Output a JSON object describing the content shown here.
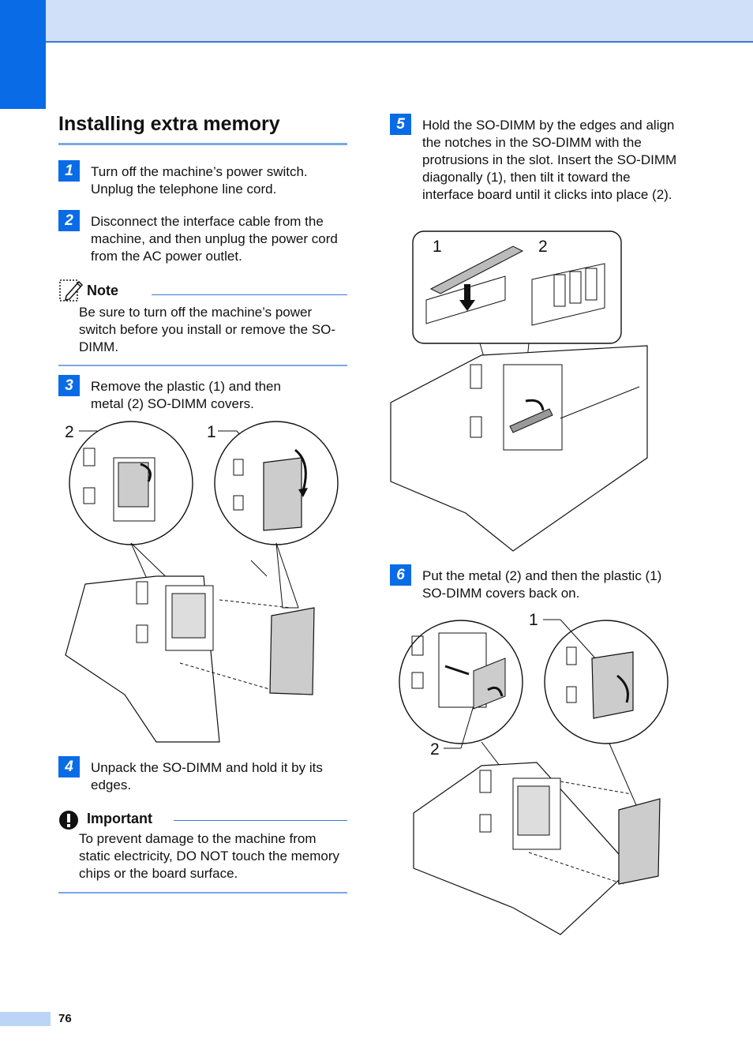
{
  "header": {
    "brand_color": "#0a6be6",
    "bar_color": "#cfe0f8"
  },
  "section_title": "Installing extra memory",
  "steps": [
    {
      "number": "1",
      "text": "Turn off the machine’s power switch. Unplug the telephone line cord."
    },
    {
      "number": "2",
      "text": "Disconnect the interface cable from the machine, and then unplug the power cord from the AC power outlet."
    },
    {
      "number": "3",
      "text": "Remove the plastic (1) and then metal (2) SO-DIMM covers."
    },
    {
      "number": "4",
      "text": "Unpack the SO-DIMM and hold it by its edges."
    },
    {
      "number": "5",
      "text": "Hold the SO-DIMM by the edges and align the notches in the SO-DIMM with the protrusions in the slot. Insert the SO-DIMM diagonally (1), then tilt it toward the interface board until it clicks into place (2)."
    },
    {
      "number": "6",
      "text": "Put the metal (2) and then the plastic (1) SO-DIMM covers back on."
    }
  ],
  "note": {
    "label": "Note",
    "text": "Be sure to turn off the machine’s power switch before you install or remove the SO-DIMM."
  },
  "important": {
    "label": "Important",
    "text": "To prevent damage to the machine from static electricity, DO NOT touch the memory chips or the board surface."
  },
  "figures": {
    "remove_covers": {
      "callout_1": "1",
      "callout_2": "2"
    },
    "insert_sodimm": {
      "callout_1": "1",
      "callout_2": "2"
    },
    "replace_covers": {
      "callout_1": "1",
      "callout_2": "2"
    }
  },
  "footer": {
    "page_number": "76"
  }
}
